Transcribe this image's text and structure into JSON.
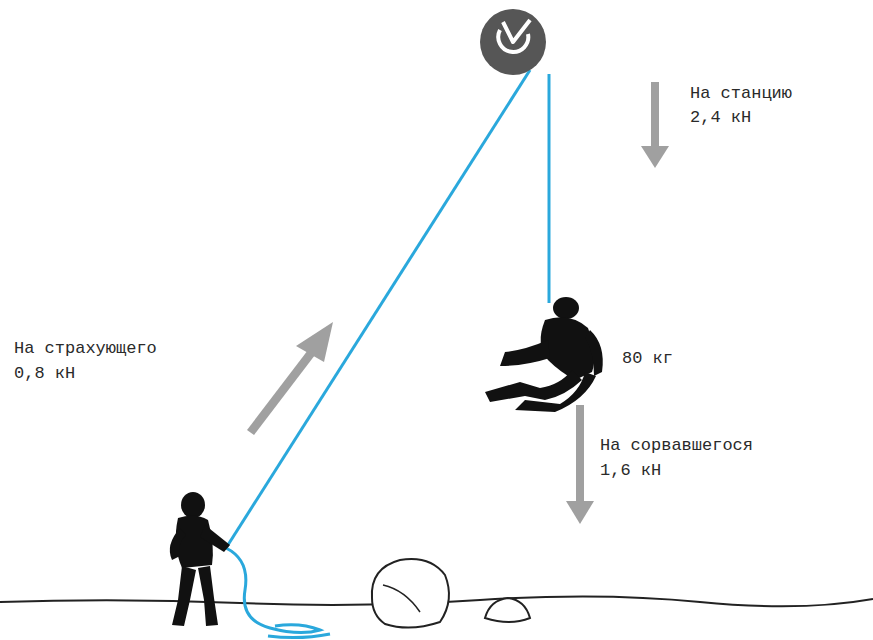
{
  "diagram": {
    "labels": [
      "На станцию",
      "2,4 кН",
      "На страхующего",
      "0,8 кН",
      "80 кг",
      "На сорвавшегося",
      "1,6 кН"
    ]
  }
}
